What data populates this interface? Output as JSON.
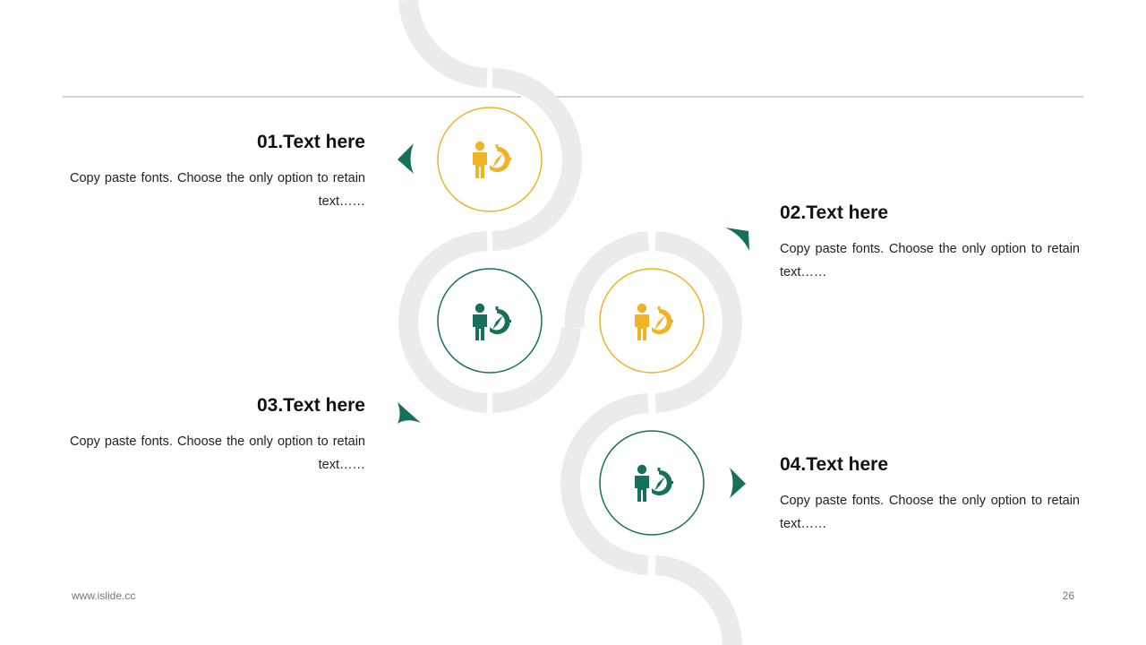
{
  "theme": {
    "gold": "#F0B326",
    "green": "#17705B",
    "track": "#EBEBEB",
    "rule": "#AAAAAA"
  },
  "items": [
    {
      "title": "01.Text here",
      "body": "Copy paste fonts. Choose the only option to retain text……",
      "icon": "businessman-compass-icon",
      "color": "gold"
    },
    {
      "title": "02.Text here",
      "body": "Copy paste fonts. Choose the only option to retain text……",
      "icon": "businessman-compass-icon",
      "color": "gold"
    },
    {
      "title": "03.Text here",
      "body": "Copy paste fonts. Choose the only option to retain text……",
      "icon": "businessman-compass-icon",
      "color": "green"
    },
    {
      "title": "04.Text here",
      "body": "Copy paste fonts. Choose the only option to retain text……",
      "icon": "businessman-compass-icon",
      "color": "green"
    }
  ],
  "footer": {
    "url": "www.islide.cc",
    "page": "26"
  }
}
